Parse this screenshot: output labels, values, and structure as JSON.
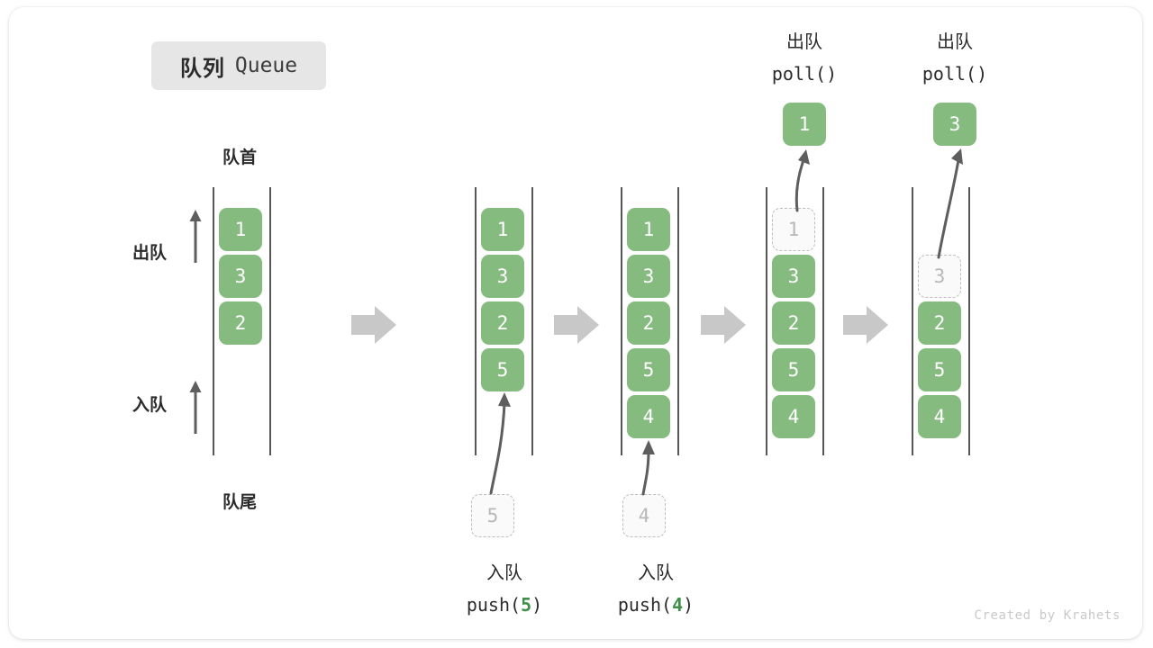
{
  "card": {
    "title": {
      "cn": "队列",
      "en": "Queue"
    },
    "credit": "Created by Krahets"
  },
  "labels": {
    "front": "队首",
    "rear": "队尾",
    "dequeue_side": "出队",
    "enqueue_side": "入队"
  },
  "colors": {
    "box_fill": "#86bb80",
    "box_text": "#ffffff",
    "ghost_fill": "#fafafa",
    "ghost_border": "#bdbdbd",
    "ghost_text": "#b8b8b8",
    "rail": "#565656",
    "arrow": "#5e5e5e",
    "step_arrow": "#c8c8c8",
    "badge_bg": "#e6e6e6",
    "accent_green": "#3f8f4a",
    "text": "#2b2b2b",
    "credit": "#c9c9c9"
  },
  "chart_data": {
    "type": "diagram",
    "title": "队列 Queue",
    "description": "Queue operations shown as five successive states, left to right, separated by gray step arrows. Items enter at the rear (bottom) and leave from the front (top).",
    "columns": [
      {
        "id": "state-initial",
        "items": [
          "1",
          "3",
          "2"
        ],
        "ghosts": [],
        "operation": null,
        "result": null
      },
      {
        "id": "state-after-push-5",
        "items": [
          "1",
          "3",
          "2",
          "5"
        ],
        "ghosts": [],
        "operation": {
          "cn": "入队",
          "code": "push(",
          "arg": "5",
          "code_end": ")"
        },
        "result": null
      },
      {
        "id": "state-after-push-4",
        "items": [
          "1",
          "3",
          "2",
          "5",
          "4"
        ],
        "ghosts": [],
        "operation": {
          "cn": "入队",
          "code": "push(",
          "arg": "4",
          "code_end": ")"
        },
        "result": null
      },
      {
        "id": "state-after-poll-1",
        "items": [
          "1",
          "3",
          "2",
          "5",
          "4"
        ],
        "ghosts": [
          0
        ],
        "operation": {
          "cn": "出队",
          "code": "poll()"
        },
        "result": "1"
      },
      {
        "id": "state-after-poll-3",
        "items": [
          "",
          "3",
          "2",
          "5",
          "4"
        ],
        "ghosts": [
          1
        ],
        "operation": {
          "cn": "出队",
          "code": "poll()"
        },
        "result": "3"
      }
    ],
    "pending_inputs": [
      {
        "column": "state-after-push-5",
        "value": "5"
      },
      {
        "column": "state-after-push-4",
        "value": "4"
      }
    ]
  }
}
